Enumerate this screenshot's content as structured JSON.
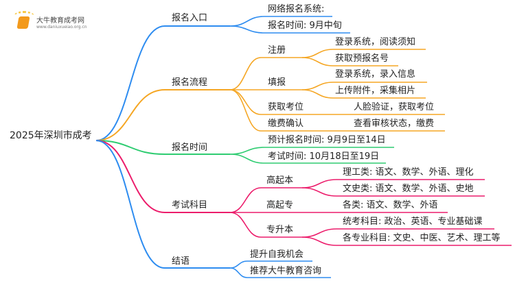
{
  "logo": {
    "name": "大牛教育成考网",
    "url": "www.daniuxueiao.org.cn"
  },
  "root": "2025年深圳市成考",
  "colors": {
    "entry": "#2d8cf0",
    "process": "#f5a623",
    "time": "#2ecc71",
    "subjects": "#ec1c6b",
    "end": "#2d8cf0"
  },
  "branches": {
    "entry": {
      "label": "报名入口",
      "items": [
        "网络报名系统:",
        "报名时间: 9月中旬"
      ]
    },
    "process": {
      "label": "报名流程",
      "register": {
        "label": "注册",
        "items": [
          "登录系统，阅读须知",
          "获取预报名号"
        ]
      },
      "fill": {
        "label": "填报",
        "items": [
          "登录系统，录入信息",
          "上传附件，采集相片"
        ]
      },
      "seat": {
        "label": "获取考位",
        "item": "人脸验证，获取考位"
      },
      "pay": {
        "label": "缴费确认",
        "item": "查看审核状态，缴费"
      }
    },
    "time": {
      "label": "报名时间",
      "items": [
        "预计报名时间: 9月9日至14日",
        "考试时间: 10月18日至19日"
      ]
    },
    "subjects": {
      "label": "考试科目",
      "gqb": {
        "label": "高起本",
        "items": [
          "理工类: 语文、数学、外语、理化",
          "文史类: 语文、数学、外语、史地"
        ]
      },
      "gqz": {
        "label": "高起专",
        "item": "各类: 语文、数学、外语"
      },
      "zsb": {
        "label": "专升本",
        "items": [
          "统考科目: 政治、英语、专业基础课",
          "各专业科目: 文史、中医、艺术、理工等"
        ]
      }
    },
    "end": {
      "label": "结语",
      "items": [
        "提升自我机会",
        "推荐大牛教育咨询"
      ]
    }
  }
}
